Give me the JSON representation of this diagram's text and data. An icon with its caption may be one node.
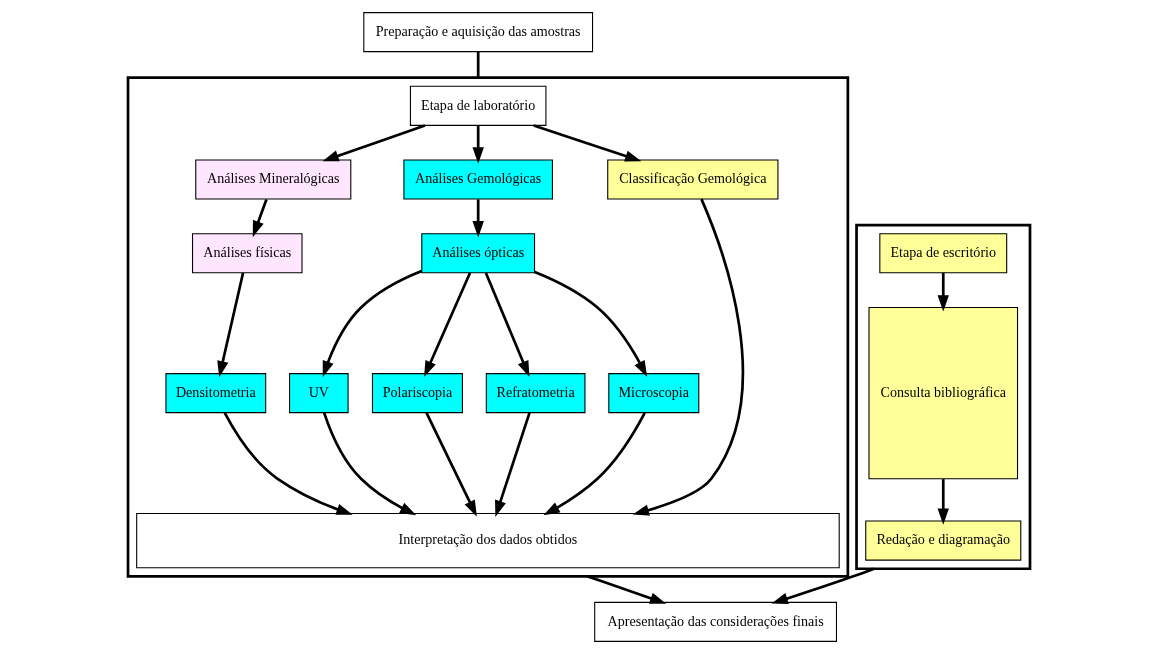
{
  "diagram": {
    "nodes": [
      {
        "text": [
          "Preparação e aquisição das amostras"
        ]
      },
      {
        "text": [],
        "shape": "box"
      },
      {
        "text": [
          "Etapa de escritório"
        ],
        "in": 1
      },
      {
        "text": [
          "Consulta bibliográfica"
        ],
        "in": 1
      },
      {
        "text": [
          "Redação e diagramação"
        ],
        "in": 1
      },
      {
        "text": [],
        "shape": "box"
      },
      {
        "text": [
          "Etapa de laboratório"
        ],
        "in": 5
      },
      {
        "text": [
          "Análises Mineralógicas"
        ],
        "in": 5
      },
      {
        "text": [
          "Análises Gemológicas"
        ],
        "in": 5
      },
      {
        "text": [
          "Classificação Gemológica"
        ],
        "in": 5
      },
      {
        "text": [
          "Análises físicas"
        ],
        "in": 5
      },
      {
        "text": [
          "Análises ópticas"
        ],
        "in": 5
      },
      {
        "text": [
          "Densitometria"
        ],
        "in": 5
      },
      {
        "text": [
          "UV"
        ],
        "in": 5
      },
      {
        "text": [
          "Polariscopia"
        ],
        "in": 5
      },
      {
        "text": [
          "Refratometria"
        ],
        "in": 5
      },
      {
        "text": [
          "Microscopia"
        ],
        "in": 5
      },
      {
        "text": [
          "Interpretação dos dados obtidos"
        ],
        "in": 5
      },
      {
        "text": [
          "Apresentação das considerações finais"
        ]
      }
    ],
    "edges": [
      {
        "from": 0,
        "to": 5,
        "arrow": "none"
      },
      {
        "from": 2,
        "to": 3,
        "arrow": "to"
      },
      {
        "from": 3,
        "to": 4,
        "arrow": "to"
      },
      {
        "from": 6,
        "to": 7,
        "arrow": "to"
      },
      {
        "from": 6,
        "to": 8,
        "arrow": "to"
      },
      {
        "from": 6,
        "to": 9,
        "arrow": "to"
      },
      {
        "from": 7,
        "to": 10,
        "arrow": "to"
      },
      {
        "from": 8,
        "to": 11,
        "arrow": "to"
      },
      {
        "from": 10,
        "to": 12,
        "arrow": "to"
      },
      {
        "from": 11,
        "to": 13,
        "arrow": "to"
      },
      {
        "from": 11,
        "to": 14,
        "arrow": "to"
      },
      {
        "from": 11,
        "to": 15,
        "arrow": "to"
      },
      {
        "from": 11,
        "to": 16,
        "arrow": "to"
      },
      {
        "from": 12,
        "to": 17,
        "arrow": "to"
      },
      {
        "from": 13,
        "to": 17,
        "arrow": "to"
      },
      {
        "from": 14,
        "to": 17,
        "arrow": "to"
      },
      {
        "from": 15,
        "to": 17,
        "arrow": "to"
      },
      {
        "from": 16,
        "to": 17,
        "arrow": "to"
      },
      {
        "from": 9,
        "to": 17,
        "arrow": "to"
      },
      {
        "from": 1,
        "to": 18,
        "arrow": "to"
      },
      {
        "from": 5,
        "to": 18,
        "arrow": "to"
      }
    ]
  }
}
